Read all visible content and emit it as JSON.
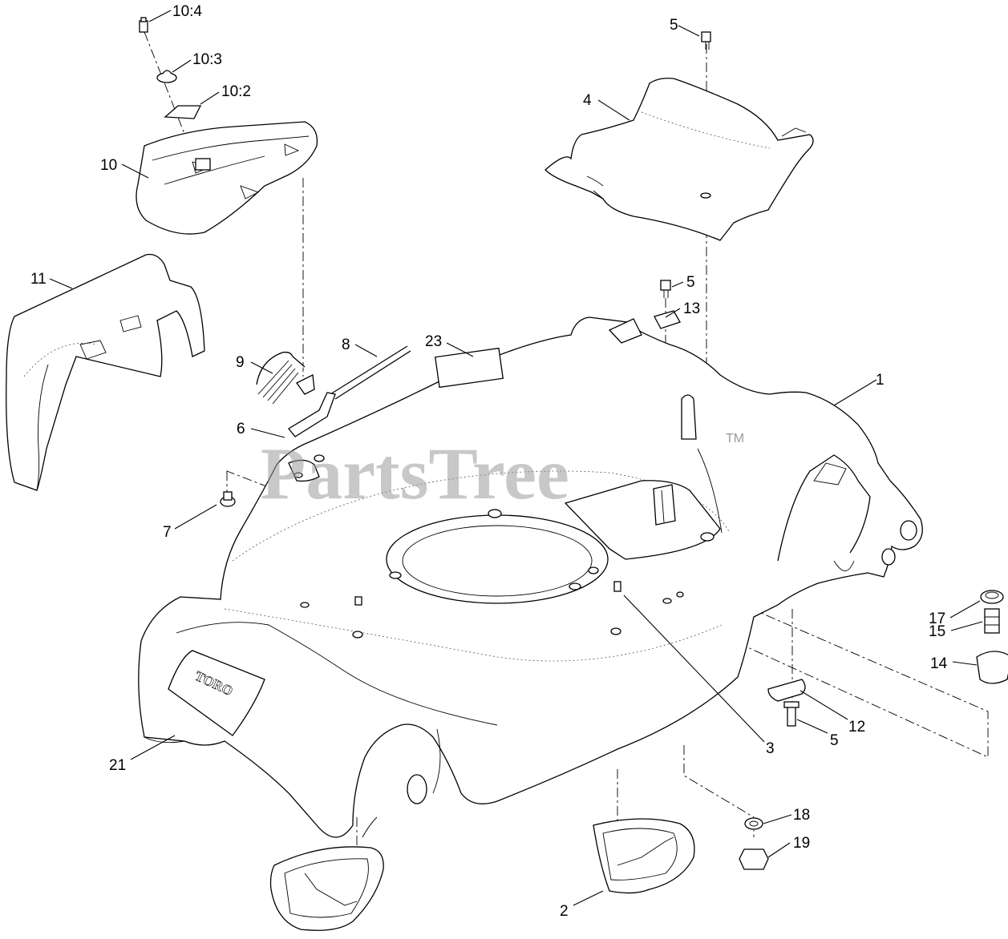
{
  "watermark": {
    "text": "PartsTree",
    "tm": "TM"
  },
  "logo": {
    "text": "TORO"
  },
  "callouts": {
    "c10_4": "10:4",
    "c10_3": "10:3",
    "c10_2": "10:2",
    "c10": "10",
    "c11": "11",
    "c9": "9",
    "c8": "8",
    "c6": "6",
    "c7": "7",
    "c23": "23",
    "c5_top": "5",
    "c4": "4",
    "c5_mid": "5",
    "c13": "13",
    "c1": "1",
    "c17": "17",
    "c15": "15",
    "c14": "14",
    "c12": "12",
    "c5_low": "5",
    "c3": "3",
    "c21": "21",
    "c18": "18",
    "c19": "19",
    "c2": "2"
  }
}
